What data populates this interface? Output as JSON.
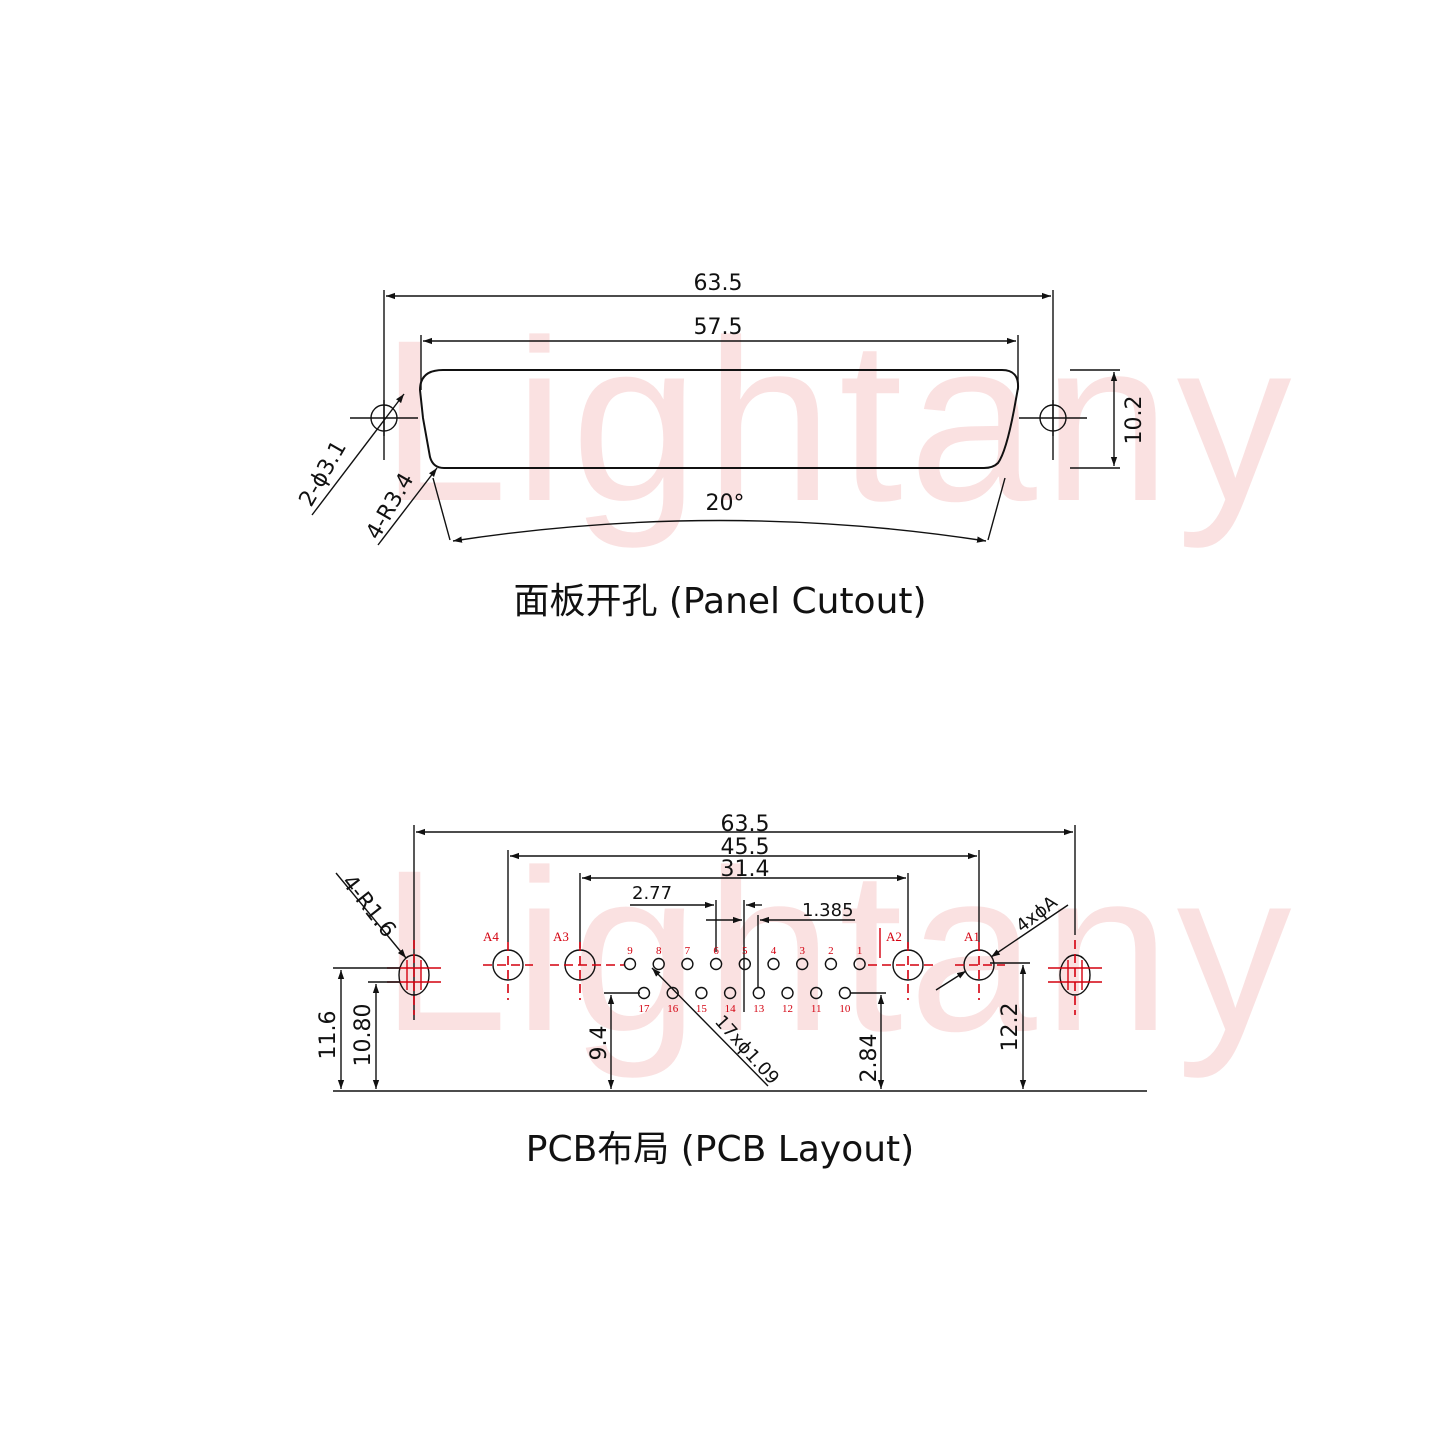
{
  "watermark": "Lightany",
  "colors": {
    "line": "#111111",
    "accent": "#d4000f",
    "watermark": "#f6c9c9"
  },
  "panel_cutout": {
    "caption": "面板开孔 (Panel Cutout)",
    "dim_overall": "63.5",
    "dim_cutout": "57.5",
    "dim_height": "10.2",
    "dim_angle": "20°",
    "label_holes": "2-ϕ3.1",
    "label_radius": "4-R3.4"
  },
  "pcb_layout": {
    "caption": "PCB布局 (PCB Layout)",
    "dim_overall": "63.5",
    "dim_a_span": "45.5",
    "dim_pin_span": "31.4",
    "dim_pitch": "2.77",
    "dim_half_pitch": "1.385",
    "label_mount_radius": "4-R1.6",
    "label_a_holes": "4xϕA",
    "label_pins": "17xϕ1.09",
    "dim_mount_height": "11.6",
    "dim_mount_height_2": "10.80",
    "dim_row2_height": "9.4",
    "dim_row_spacing": "2.84",
    "dim_a_height": "12.2",
    "a_labels": [
      "A4",
      "A3",
      "A2",
      "A1"
    ],
    "top_row_pins": [
      "9",
      "8",
      "7",
      "6",
      "5",
      "4",
      "3",
      "2",
      "1"
    ],
    "bottom_row_pins": [
      "17",
      "16",
      "15",
      "14",
      "13",
      "12",
      "11",
      "10"
    ]
  }
}
